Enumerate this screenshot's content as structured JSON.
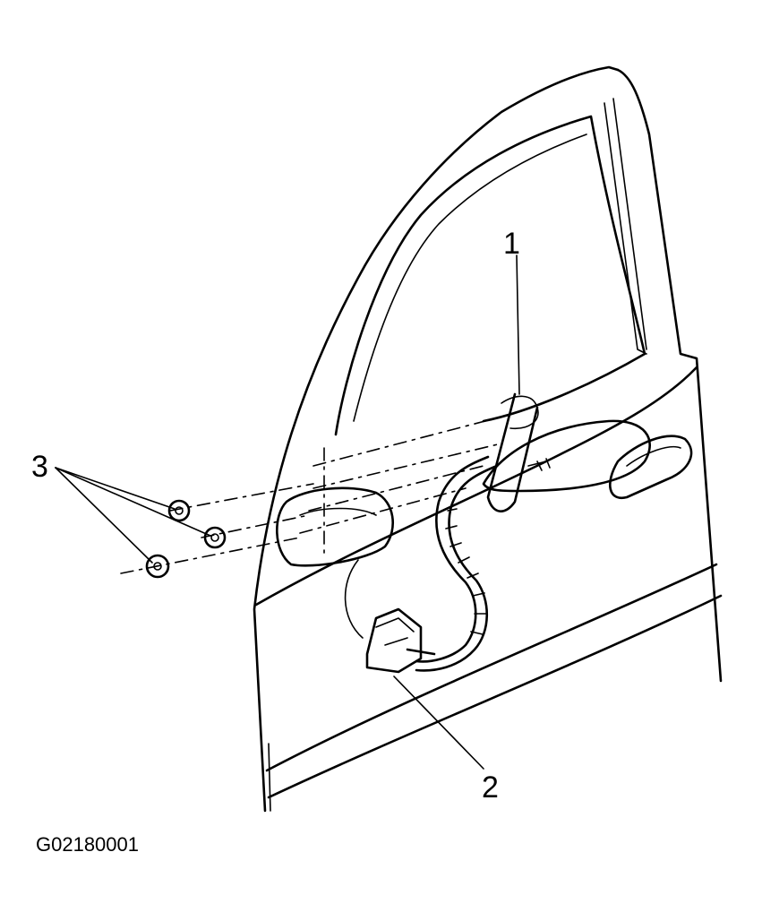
{
  "callouts": {
    "mirror": "1",
    "connector": "2",
    "nuts": "3"
  },
  "figure_id": "G02180001"
}
